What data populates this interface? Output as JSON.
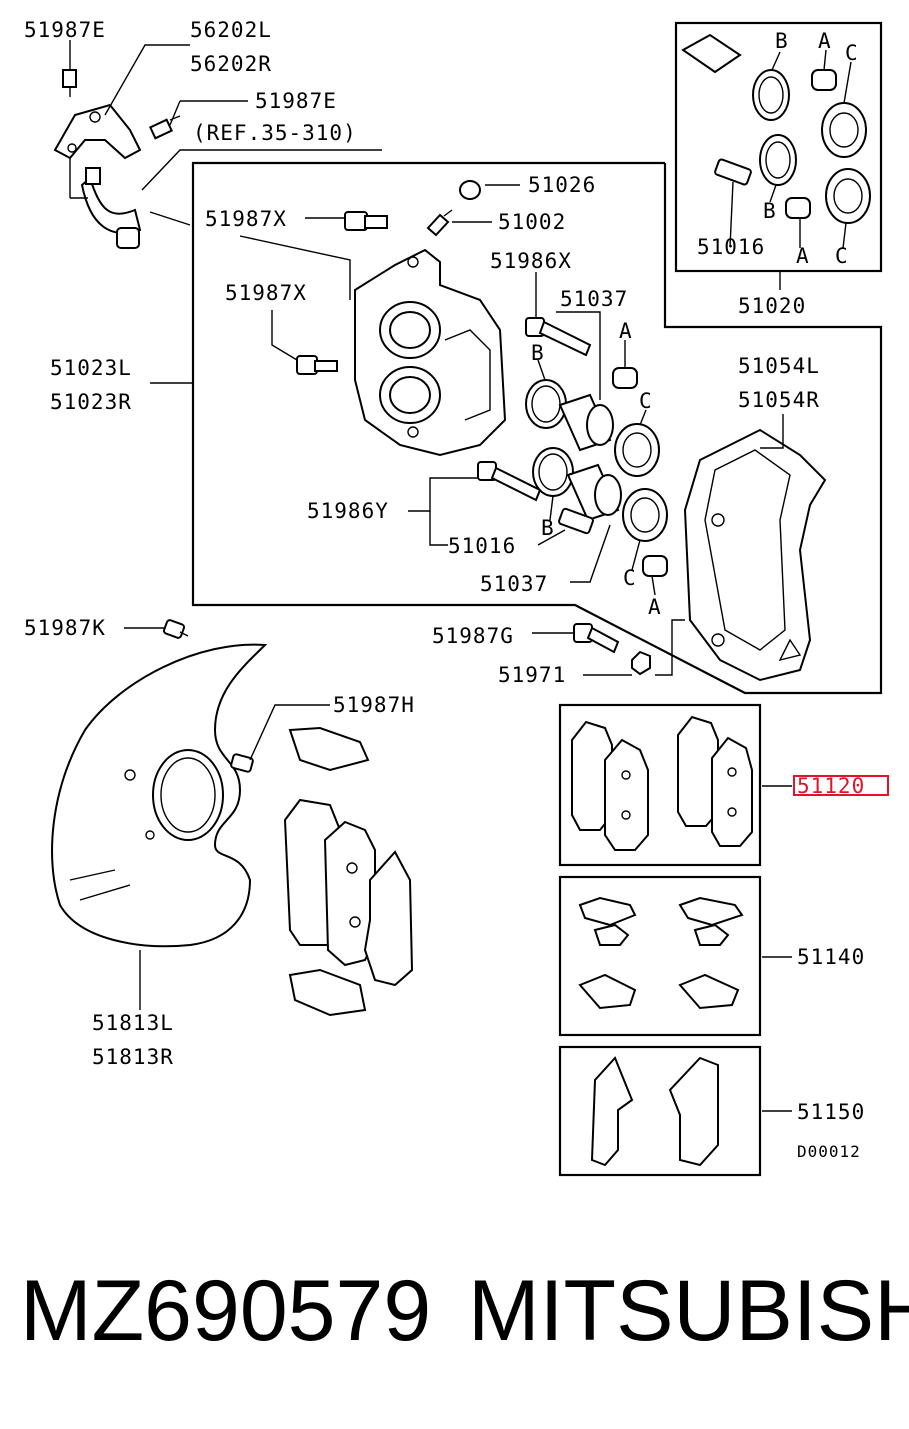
{
  "labels": {
    "p51987E_a": "51987E",
    "p56202L": "56202L",
    "p56202R": "56202R",
    "p51987E_b": "51987E",
    "ref": "(REF.35-310)",
    "p51026": "51026",
    "p51002": "51002",
    "p51987X_a": "51987X",
    "p51986X": "51986X",
    "p51987X_b": "51987X",
    "p51037_a": "51037",
    "p51023L": "51023L",
    "p51023R": "51023R",
    "p51986Y": "51986Y",
    "p51016_a": "51016",
    "p51037_b": "51037",
    "p51016_b": "51016",
    "p51020": "51020",
    "p51054L": "51054L",
    "p51054R": "51054R",
    "p51987K": "51987K",
    "p51987G": "51987G",
    "p51971": "51971",
    "p51987H": "51987H",
    "p51120": "51120",
    "p51140": "51140",
    "p51150": "51150",
    "p51813L": "51813L",
    "p51813R": "51813R",
    "code": "D00012"
  },
  "letters": {
    "a": "A",
    "b": "B",
    "c": "C"
  },
  "caption": {
    "part_number": "MZ690579",
    "brand": "MITSUBISHI"
  },
  "colors": {
    "highlight": "#e0142a",
    "ink": "#000000"
  }
}
